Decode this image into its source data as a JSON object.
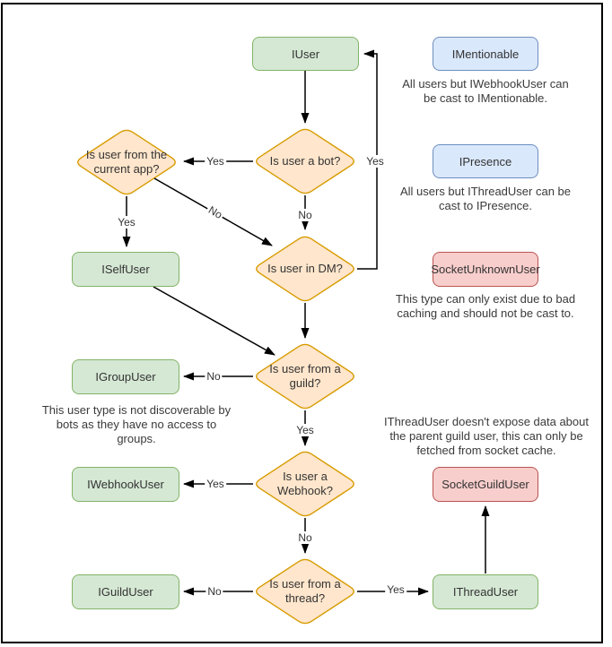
{
  "nodes": {
    "iuser": "IUser",
    "imentionable": "IMentionable",
    "ipresence": "IPresence",
    "socket_unknown_user": "SocketUnknownUser",
    "iselfuser": "ISelfUser",
    "igroupuser": "IGroupUser",
    "iwebhookuser": "IWebhookUser",
    "iguilduser": "IGuildUser",
    "socket_guild_user": "SocketGuildUser",
    "ithreaduser": "IThreadUser"
  },
  "decisions": {
    "current_app": "Is user from the current app?",
    "bot": "Is user a bot?",
    "dm": "Is user in DM?",
    "guild": "Is user from a guild?",
    "webhook": "Is user a Webhook?",
    "thread": "Is user from a thread?"
  },
  "edge_labels": {
    "bot_yes": "Yes",
    "bot_no": "No",
    "app_yes": "Yes",
    "app_no": "No",
    "dm_yes": "Yes",
    "guild_no": "No",
    "guild_yes": "Yes",
    "webhook_yes": "Yes",
    "webhook_no": "No",
    "thread_no": "No",
    "thread_yes": "Yes"
  },
  "notes": {
    "mentionable": "All users but IWebhookUser can be cast to IMentionable.",
    "presence": "All users but IThreadUser can be cast to IPresence.",
    "unknown": "This type can only exist due to bad caching and should not be cast to.",
    "group": "This user type is not discoverable by bots as they have no access to groups.",
    "thread": "IThreadUser doesn't expose data about the parent guild user, this can only be fetched from socket cache."
  },
  "colors": {
    "green_fill": "#d5e8d4",
    "green_stroke": "#82b366",
    "blue_fill": "#dae8fc",
    "blue_stroke": "#6c8ebf",
    "red_fill": "#f8cecc",
    "red_stroke": "#b85450",
    "orange_fill": "#ffe6cc",
    "orange_stroke": "#d79b00",
    "line": "#000000"
  }
}
